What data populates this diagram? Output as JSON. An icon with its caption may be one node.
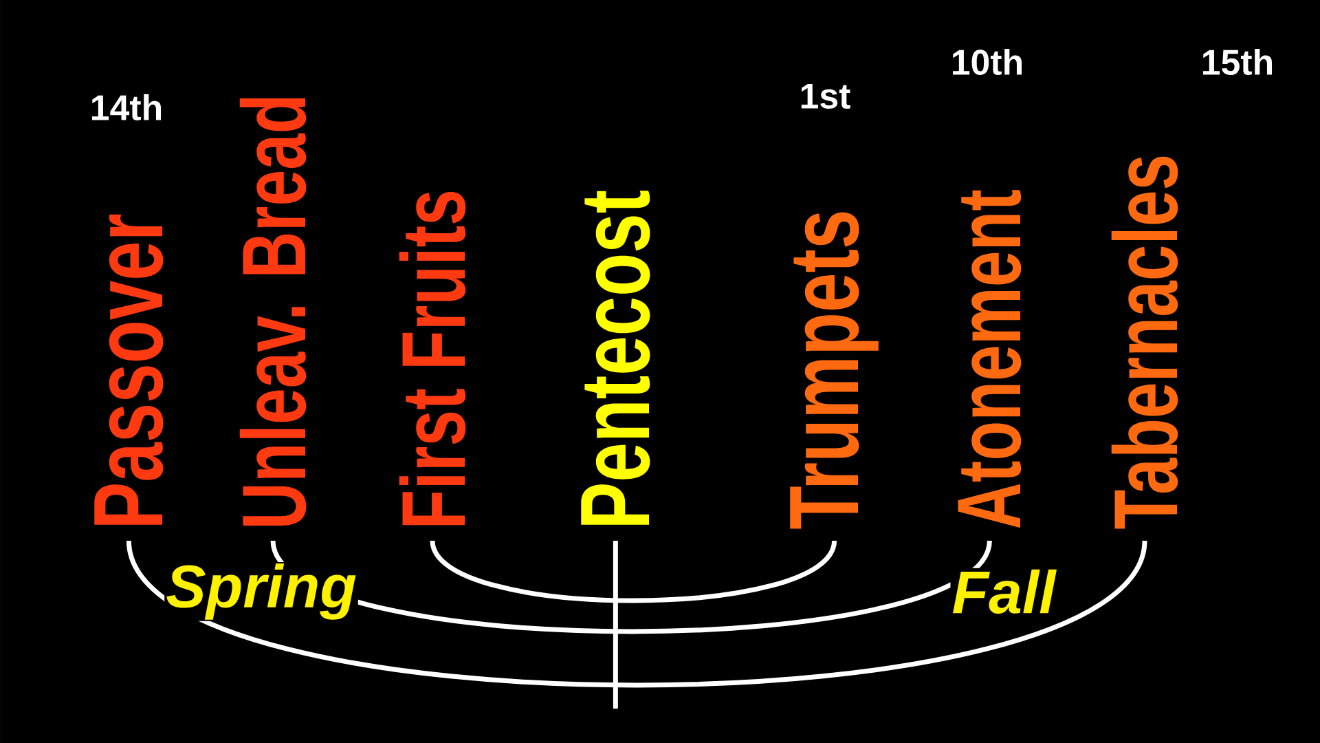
{
  "diagram": {
    "nodes": [
      {
        "text": [
          "Passover"
        ],
        "beside": [
          "14th"
        ]
      },
      {
        "text": [
          "Unleav. Bread"
        ]
      },
      {
        "text": [
          "First Fruits"
        ]
      },
      {
        "text": [
          "Pentecost"
        ]
      },
      {
        "text": [
          "Trumpets"
        ],
        "beside": [
          "1st"
        ]
      },
      {
        "text": [
          "Atonement"
        ],
        "beside": [
          "10th"
        ]
      },
      {
        "text": [
          "Tabernacles"
        ],
        "beside": [
          "15th"
        ]
      }
    ],
    "edges": [
      {
        "from": 0,
        "to": 6,
        "arrow": "none"
      },
      {
        "from": 1,
        "to": 5,
        "arrow": "none"
      },
      {
        "from": 2,
        "to": 4,
        "arrow": "none"
      },
      {
        "from": 3,
        "to": null,
        "arrow": "none"
      }
    ],
    "labels": [
      "Spring",
      "Fall"
    ]
  }
}
